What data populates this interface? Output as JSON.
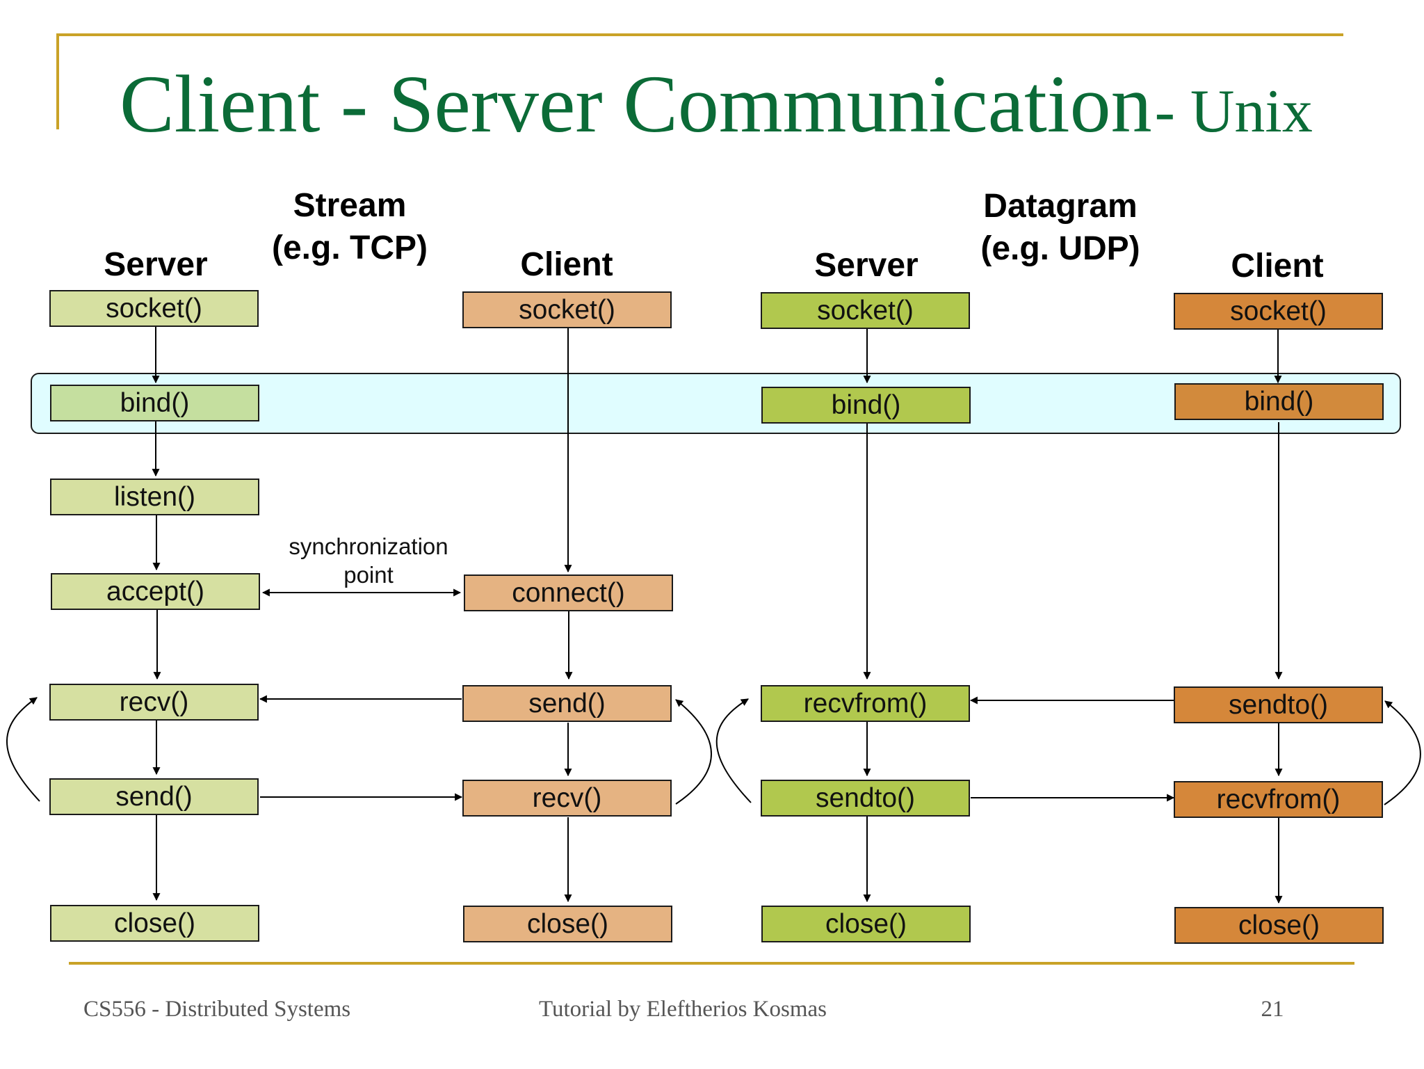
{
  "slide": {
    "title": "Client - Server Communication",
    "title_suffix": "- Unix"
  },
  "sections": {
    "stream": {
      "line1": "Stream",
      "line2": "(e.g. TCP)"
    },
    "datagram": {
      "line1": "Datagram",
      "line2": "(e.g. UDP)"
    }
  },
  "columns": {
    "stream_server": "Server",
    "stream_client": "Client",
    "dgram_server": "Server",
    "dgram_client": "Client"
  },
  "stream_server": {
    "socket": "socket()",
    "bind": "bind()",
    "listen": "listen()",
    "accept": "accept()",
    "recv": "recv()",
    "send": "send()",
    "close": "close()"
  },
  "stream_client": {
    "socket": "socket()",
    "connect": "connect()",
    "send": "send()",
    "recv": "recv()",
    "close": "close()"
  },
  "dgram_server": {
    "socket": "socket()",
    "bind": "bind()",
    "recvfrom": "recvfrom()",
    "sendto": "sendto()",
    "close": "close()"
  },
  "dgram_client": {
    "socket": "socket()",
    "bind": "bind()",
    "sendto": "sendto()",
    "recvfrom": "recvfrom()",
    "close": "close()"
  },
  "sync_point": {
    "line1": "synchronization",
    "line2": "point"
  },
  "footer": {
    "left": "CS556 - Distributed Systems",
    "center": "Tutorial by Eleftherios Kosmas",
    "page": "21"
  },
  "colors": {
    "title": "#0b6b37",
    "accent_rule": "#c9a227",
    "stream_server": "#d6e0a1",
    "stream_client": "#e5b382",
    "dgram_server": "#b1c84e",
    "dgram_client": "#d5873a",
    "bind_band": "#e0fdff"
  }
}
